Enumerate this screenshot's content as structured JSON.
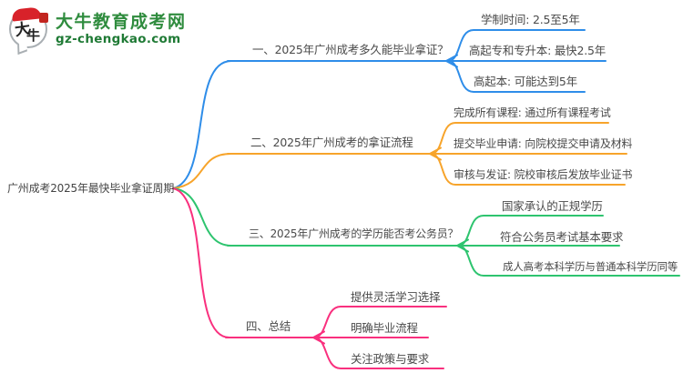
{
  "logo": {
    "badge_chars": "大牛",
    "badge_char_1": "大",
    "badge_char_2": "牛",
    "site_name": "大牛教育成考网",
    "site_domain": "gz-chengkao.com",
    "brand_green": "#2F8C3E",
    "brand_red": "#D8222A"
  },
  "mindmap": {
    "root": {
      "label": "广州成考2025年最快毕业拿证周期",
      "text_color": "#444444"
    },
    "branches": [
      {
        "label": "一、2025年广州成考多久能毕业拿证？",
        "color": "#2E8DE9",
        "children": [
          {
            "label": "学制时间: 2.5至5年"
          },
          {
            "label": "高起专和专升本: 最快2.5年"
          },
          {
            "label": "高起本: 可能达到5年"
          }
        ]
      },
      {
        "label": "二、2025年广州成考的拿证流程",
        "color": "#F7A42B",
        "children": [
          {
            "label": "完成所有课程: 通过所有课程考试"
          },
          {
            "label": "提交毕业申请: 向院校提交申请及材料"
          },
          {
            "label": "审核与发证: 院校审核后发放毕业证书"
          }
        ]
      },
      {
        "label": "三、2025年广州成考的学历能否考公务员？",
        "color": "#2EC46F",
        "children": [
          {
            "label": "国家承认的正规学历"
          },
          {
            "label": "符合公务员考试基本要求"
          },
          {
            "label": "成人高考本科学历与普通本科学历同等"
          }
        ]
      },
      {
        "label": "四、总结",
        "color": "#F9307E",
        "children": [
          {
            "label": "提供灵活学习选择"
          },
          {
            "label": "明确毕业流程"
          },
          {
            "label": "关注政策与要求"
          }
        ]
      }
    ]
  }
}
